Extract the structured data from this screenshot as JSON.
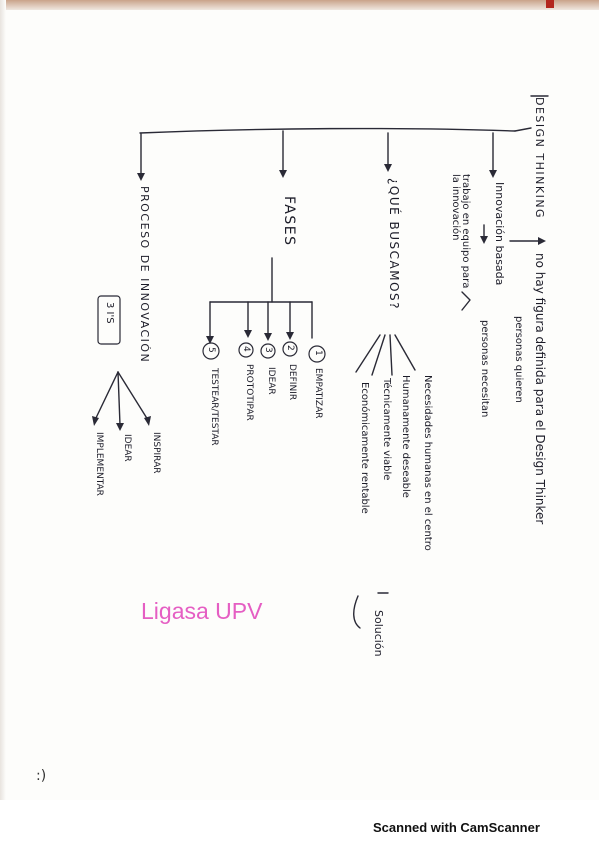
{
  "title": "DESIGN THINKING",
  "definition": "no hay figura definida para el Design Thinker",
  "branches": {
    "innovation": {
      "label": "Innovación basada",
      "people": [
        "personas quieren",
        "personas necesitan"
      ],
      "teamwork": "trabajo en equipo para la innovación"
    },
    "search": {
      "label": "¿QUÉ BUSCAMOS?",
      "items": [
        "Necesidades humanas en el centro",
        "Humanamente deseable",
        "Técnicamente viable",
        "Económicamente rentable"
      ],
      "result": "Solución"
    },
    "phases": {
      "label": "FASES",
      "steps": [
        {
          "number": "1",
          "label": "EMPATIZAR"
        },
        {
          "number": "2",
          "label": "DEFINIR"
        },
        {
          "number": "3",
          "label": "IDEAR"
        },
        {
          "number": "4",
          "label": "PROTOTIPAR"
        },
        {
          "number": "5",
          "label": "TESTEAR/TESTAR"
        }
      ]
    },
    "process": {
      "label": "PROCESO DE INNOVACIÓN",
      "code": "3 I'S",
      "steps": [
        "INSPIRAR",
        "IDEAR",
        "IMPLEMENTAR"
      ]
    }
  },
  "watermark": "Ligasa UPV",
  "footer": "Scanned with CamScanner",
  "colors": {
    "ink": "#1c1c28",
    "watermark": "#e55ec3"
  }
}
